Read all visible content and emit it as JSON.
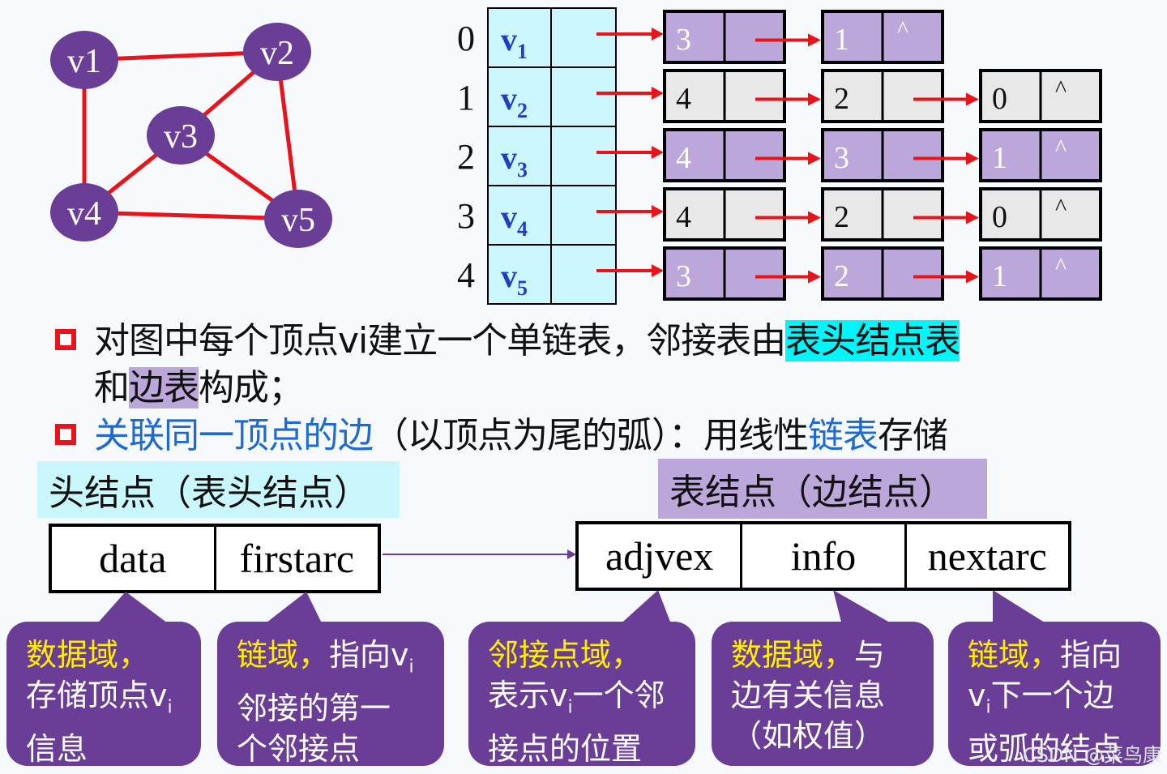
{
  "graph": {
    "vertices": [
      {
        "id": "v1",
        "label": "v1"
      },
      {
        "id": "v2",
        "label": "v2"
      },
      {
        "id": "v3",
        "label": "v3"
      },
      {
        "id": "v4",
        "label": "v4"
      },
      {
        "id": "v5",
        "label": "v5"
      }
    ],
    "edges": [
      [
        "v1",
        "v2"
      ],
      [
        "v1",
        "v4"
      ],
      [
        "v2",
        "v3"
      ],
      [
        "v2",
        "v5"
      ],
      [
        "v3",
        "v4"
      ],
      [
        "v3",
        "v5"
      ],
      [
        "v4",
        "v5"
      ]
    ],
    "vertex_color": "#6a3d96",
    "edge_color": "#e8141b"
  },
  "adjacency_list": {
    "rows": [
      {
        "index": "0",
        "vertex": "v",
        "sub": "1",
        "nodes": [
          "3",
          "1"
        ],
        "tail": "^",
        "shaded": true
      },
      {
        "index": "1",
        "vertex": "v",
        "sub": "2",
        "nodes": [
          "4",
          "2",
          "0"
        ],
        "tail": "^",
        "shaded": false
      },
      {
        "index": "2",
        "vertex": "v",
        "sub": "3",
        "nodes": [
          "4",
          "3",
          "1"
        ],
        "tail": "^",
        "shaded": true
      },
      {
        "index": "3",
        "vertex": "v",
        "sub": "4",
        "nodes": [
          "4",
          "2",
          "0"
        ],
        "tail": "^",
        "shaded": false
      },
      {
        "index": "4",
        "vertex": "v",
        "sub": "5",
        "nodes": [
          "3",
          "2",
          "1"
        ],
        "tail": "^",
        "shaded": true
      }
    ],
    "head_fill": "#ccf7ff",
    "shaded_fill": "#bba7d9",
    "plain_fill": "#e8e8e8",
    "arrow_color": "#e8141b"
  },
  "bullets": {
    "b1_a": "对图中每个顶点vi建立一个单链表，邻接表由",
    "b1_hl1": "表头结点表",
    "b1_b": "和",
    "b1_hl2": "边表",
    "b1_c": "构成；",
    "b2_blue": "关联同一顶点的边",
    "b2_mid": "（以顶点为尾的弧）：用线性",
    "b2_blue2": "链表",
    "b2_end": "存储"
  },
  "head_node": {
    "title": "头结点（表头结点）",
    "fields": [
      "data",
      "firstarc"
    ]
  },
  "edge_node": {
    "title": "表结点（边结点）",
    "fields": [
      "adjvex",
      "info",
      "nextarc"
    ]
  },
  "notes": [
    {
      "id": "data",
      "yellow": "数据域，",
      "lines": [
        "存储顶点v",
        "信息"
      ],
      "sub_line": 0
    },
    {
      "id": "firstarc",
      "yellow": "链域，",
      "yellow_tail": "指向v",
      "lines": [
        "邻接的第一",
        "个邻接点"
      ],
      "sub_line": -1
    },
    {
      "id": "adjvex",
      "yellow": "邻接点域，",
      "lines": [
        "表示v",
        "接点的位置"
      ],
      "line1_tail": "一个邻",
      "sub_line": 0
    },
    {
      "id": "info",
      "yellow": "数据域，",
      "yellow_tail": "与",
      "lines": [
        "边有关信息",
        "（如权值）"
      ],
      "sub_line": -1
    },
    {
      "id": "nextarc",
      "yellow": "链域，",
      "yellow_tail": "指向",
      "lines": [
        "v",
        "或弧的结点"
      ],
      "line1_tail": "下一个边",
      "sub_line": 0
    }
  ],
  "subscript_i": "i",
  "watermark": "CSDN @菜鸟康"
}
